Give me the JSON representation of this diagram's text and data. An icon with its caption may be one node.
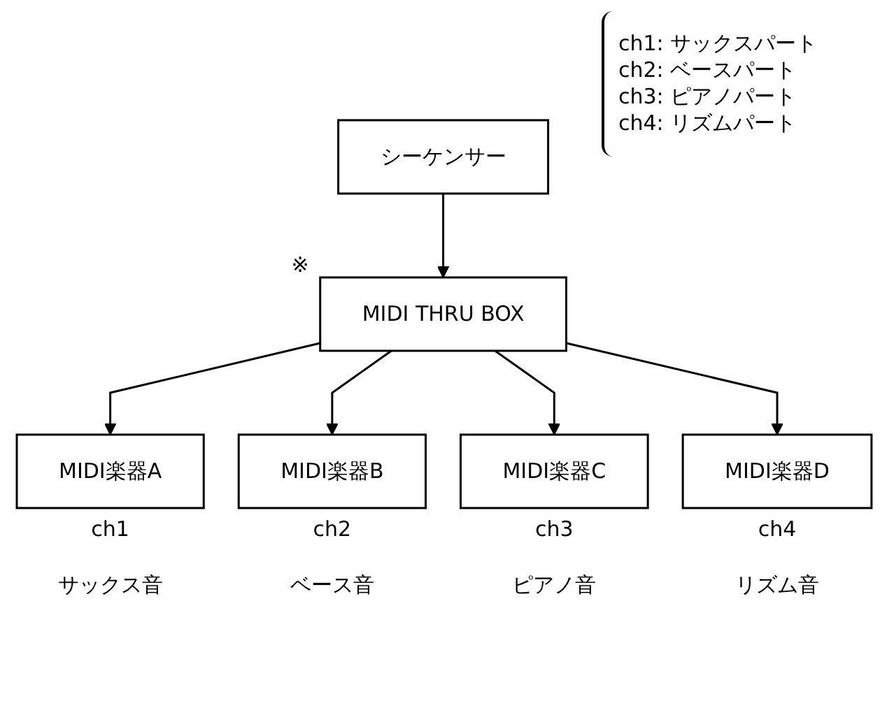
{
  "diagram": {
    "nodes": [
      {
        "text": [
          "シーケンサー"
        ]
      },
      {
        "text": [
          "MIDI THRU BOX"
        ],
        "beside": [
          "※"
        ]
      },
      {
        "text": [
          "MIDI楽器A"
        ],
        "beside": [
          "ch1",
          "サックス音"
        ]
      },
      {
        "text": [
          "MIDI楽器B"
        ],
        "beside": [
          "ch2",
          "ベース音"
        ]
      },
      {
        "text": [
          "MIDI楽器C"
        ],
        "beside": [
          "ch3",
          "ピアノ音"
        ]
      },
      {
        "text": [
          "MIDI楽器D"
        ],
        "beside": [
          "ch4",
          "リズム音"
        ]
      }
    ],
    "edges": [
      {
        "from": 0,
        "to": 1,
        "arrow": "to"
      },
      {
        "from": 1,
        "to": 2,
        "arrow": "to"
      },
      {
        "from": 1,
        "to": 3,
        "arrow": "to"
      },
      {
        "from": 1,
        "to": 4,
        "arrow": "to"
      },
      {
        "from": 1,
        "to": 5,
        "arrow": "to"
      }
    ],
    "labels": [
      "ch1: サックスパート",
      "ch2: ベースパート",
      "ch3: ピアノパート",
      "ch4: リズムパート"
    ]
  }
}
